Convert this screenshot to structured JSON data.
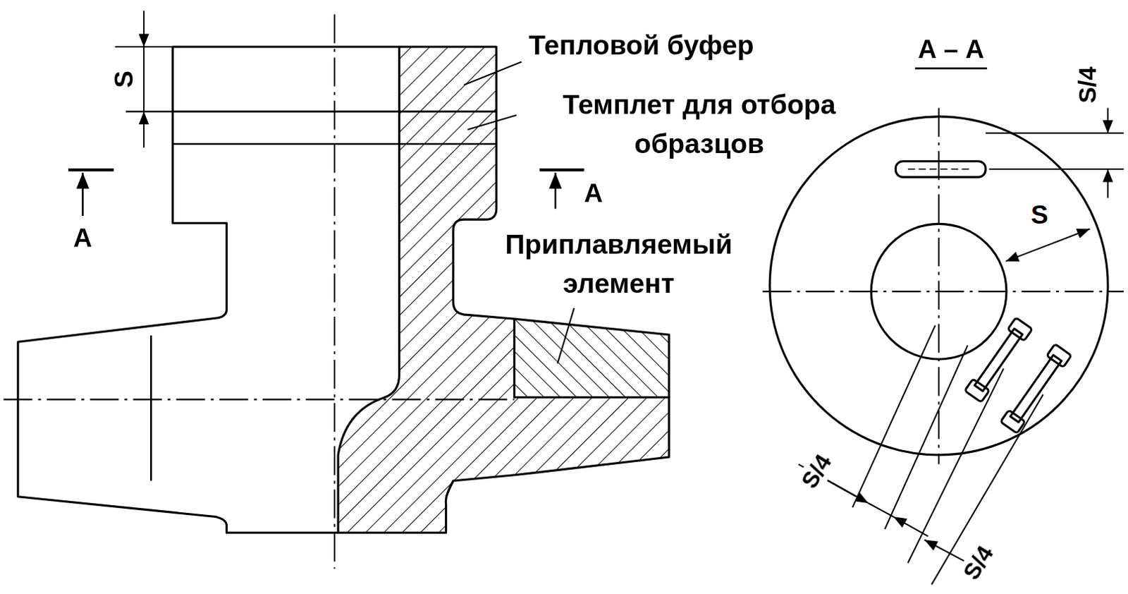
{
  "diagram": {
    "labels": [
      "S",
      "А",
      "Тепловой буфер",
      "Темплет для отбора образцов",
      "А",
      "Приплавляемый элемент",
      "А – А",
      "S/4",
      "S",
      "S/4",
      "S/4"
    ]
  }
}
